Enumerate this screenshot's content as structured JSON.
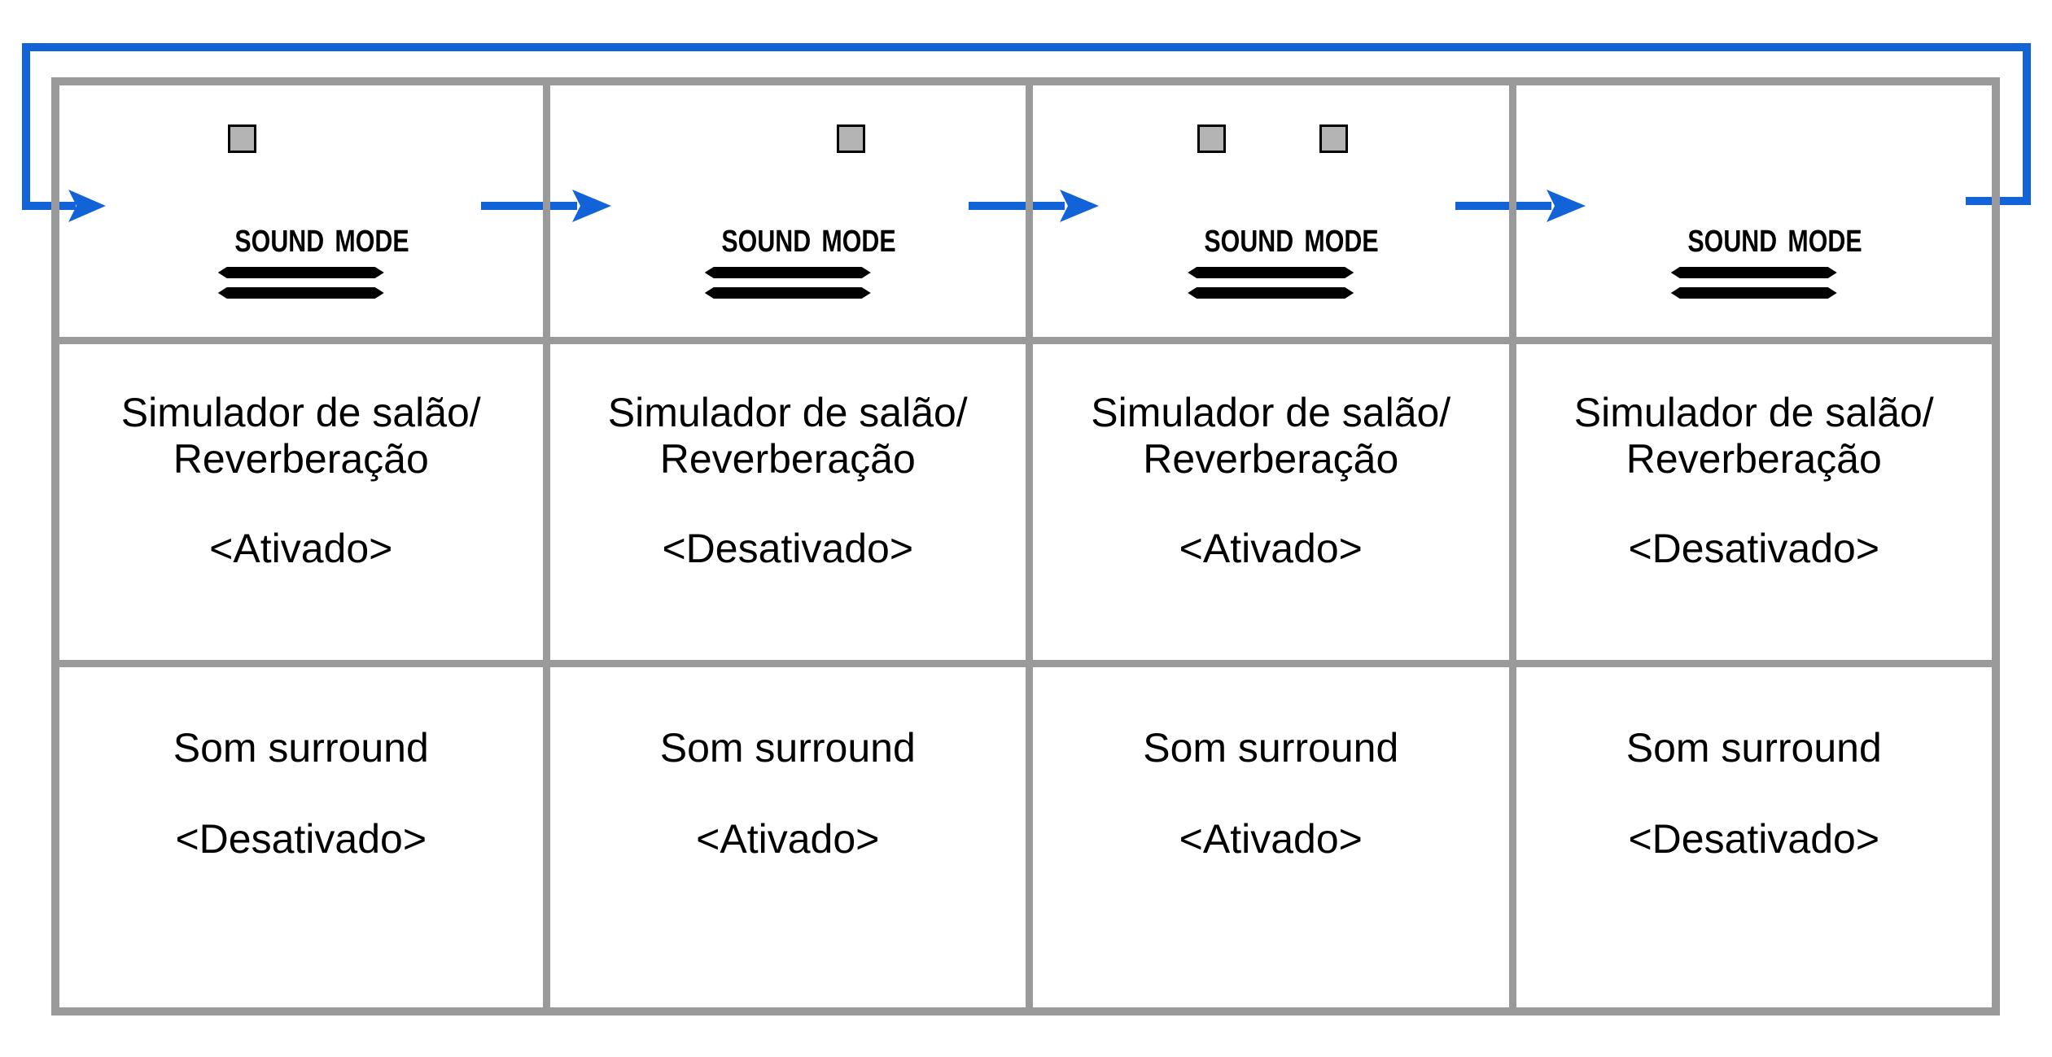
{
  "sound_mode_button_label": "SOUND MODE",
  "columns": [
    {
      "led_hall": true,
      "led_surround": false,
      "hall_label": "Simulador de salão/\nReverberação",
      "hall_status": "<Ativado>",
      "surround_label": "Som surround",
      "surround_status": "<Desativado>"
    },
    {
      "led_hall": false,
      "led_surround": true,
      "hall_label": "Simulador de salão/\nReverberação",
      "hall_status": "<Desativado>",
      "surround_label": "Som surround",
      "surround_status": "<Ativado>"
    },
    {
      "led_hall": true,
      "led_surround": true,
      "hall_label": "Simulador de salão/\nReverberação",
      "hall_status": "<Ativado>",
      "surround_label": "Som surround",
      "surround_status": "<Ativado>"
    },
    {
      "led_hall": false,
      "led_surround": false,
      "hall_label": "Simulador de salão/\nReverberação",
      "hall_status": "<Desativado>",
      "surround_label": "Som surround",
      "surround_status": "<Desativado>"
    }
  ],
  "colors": {
    "arrow_blue": "#1263d8",
    "border_gray": "#9a9a9a",
    "led_fill": "#b4b4b4"
  }
}
